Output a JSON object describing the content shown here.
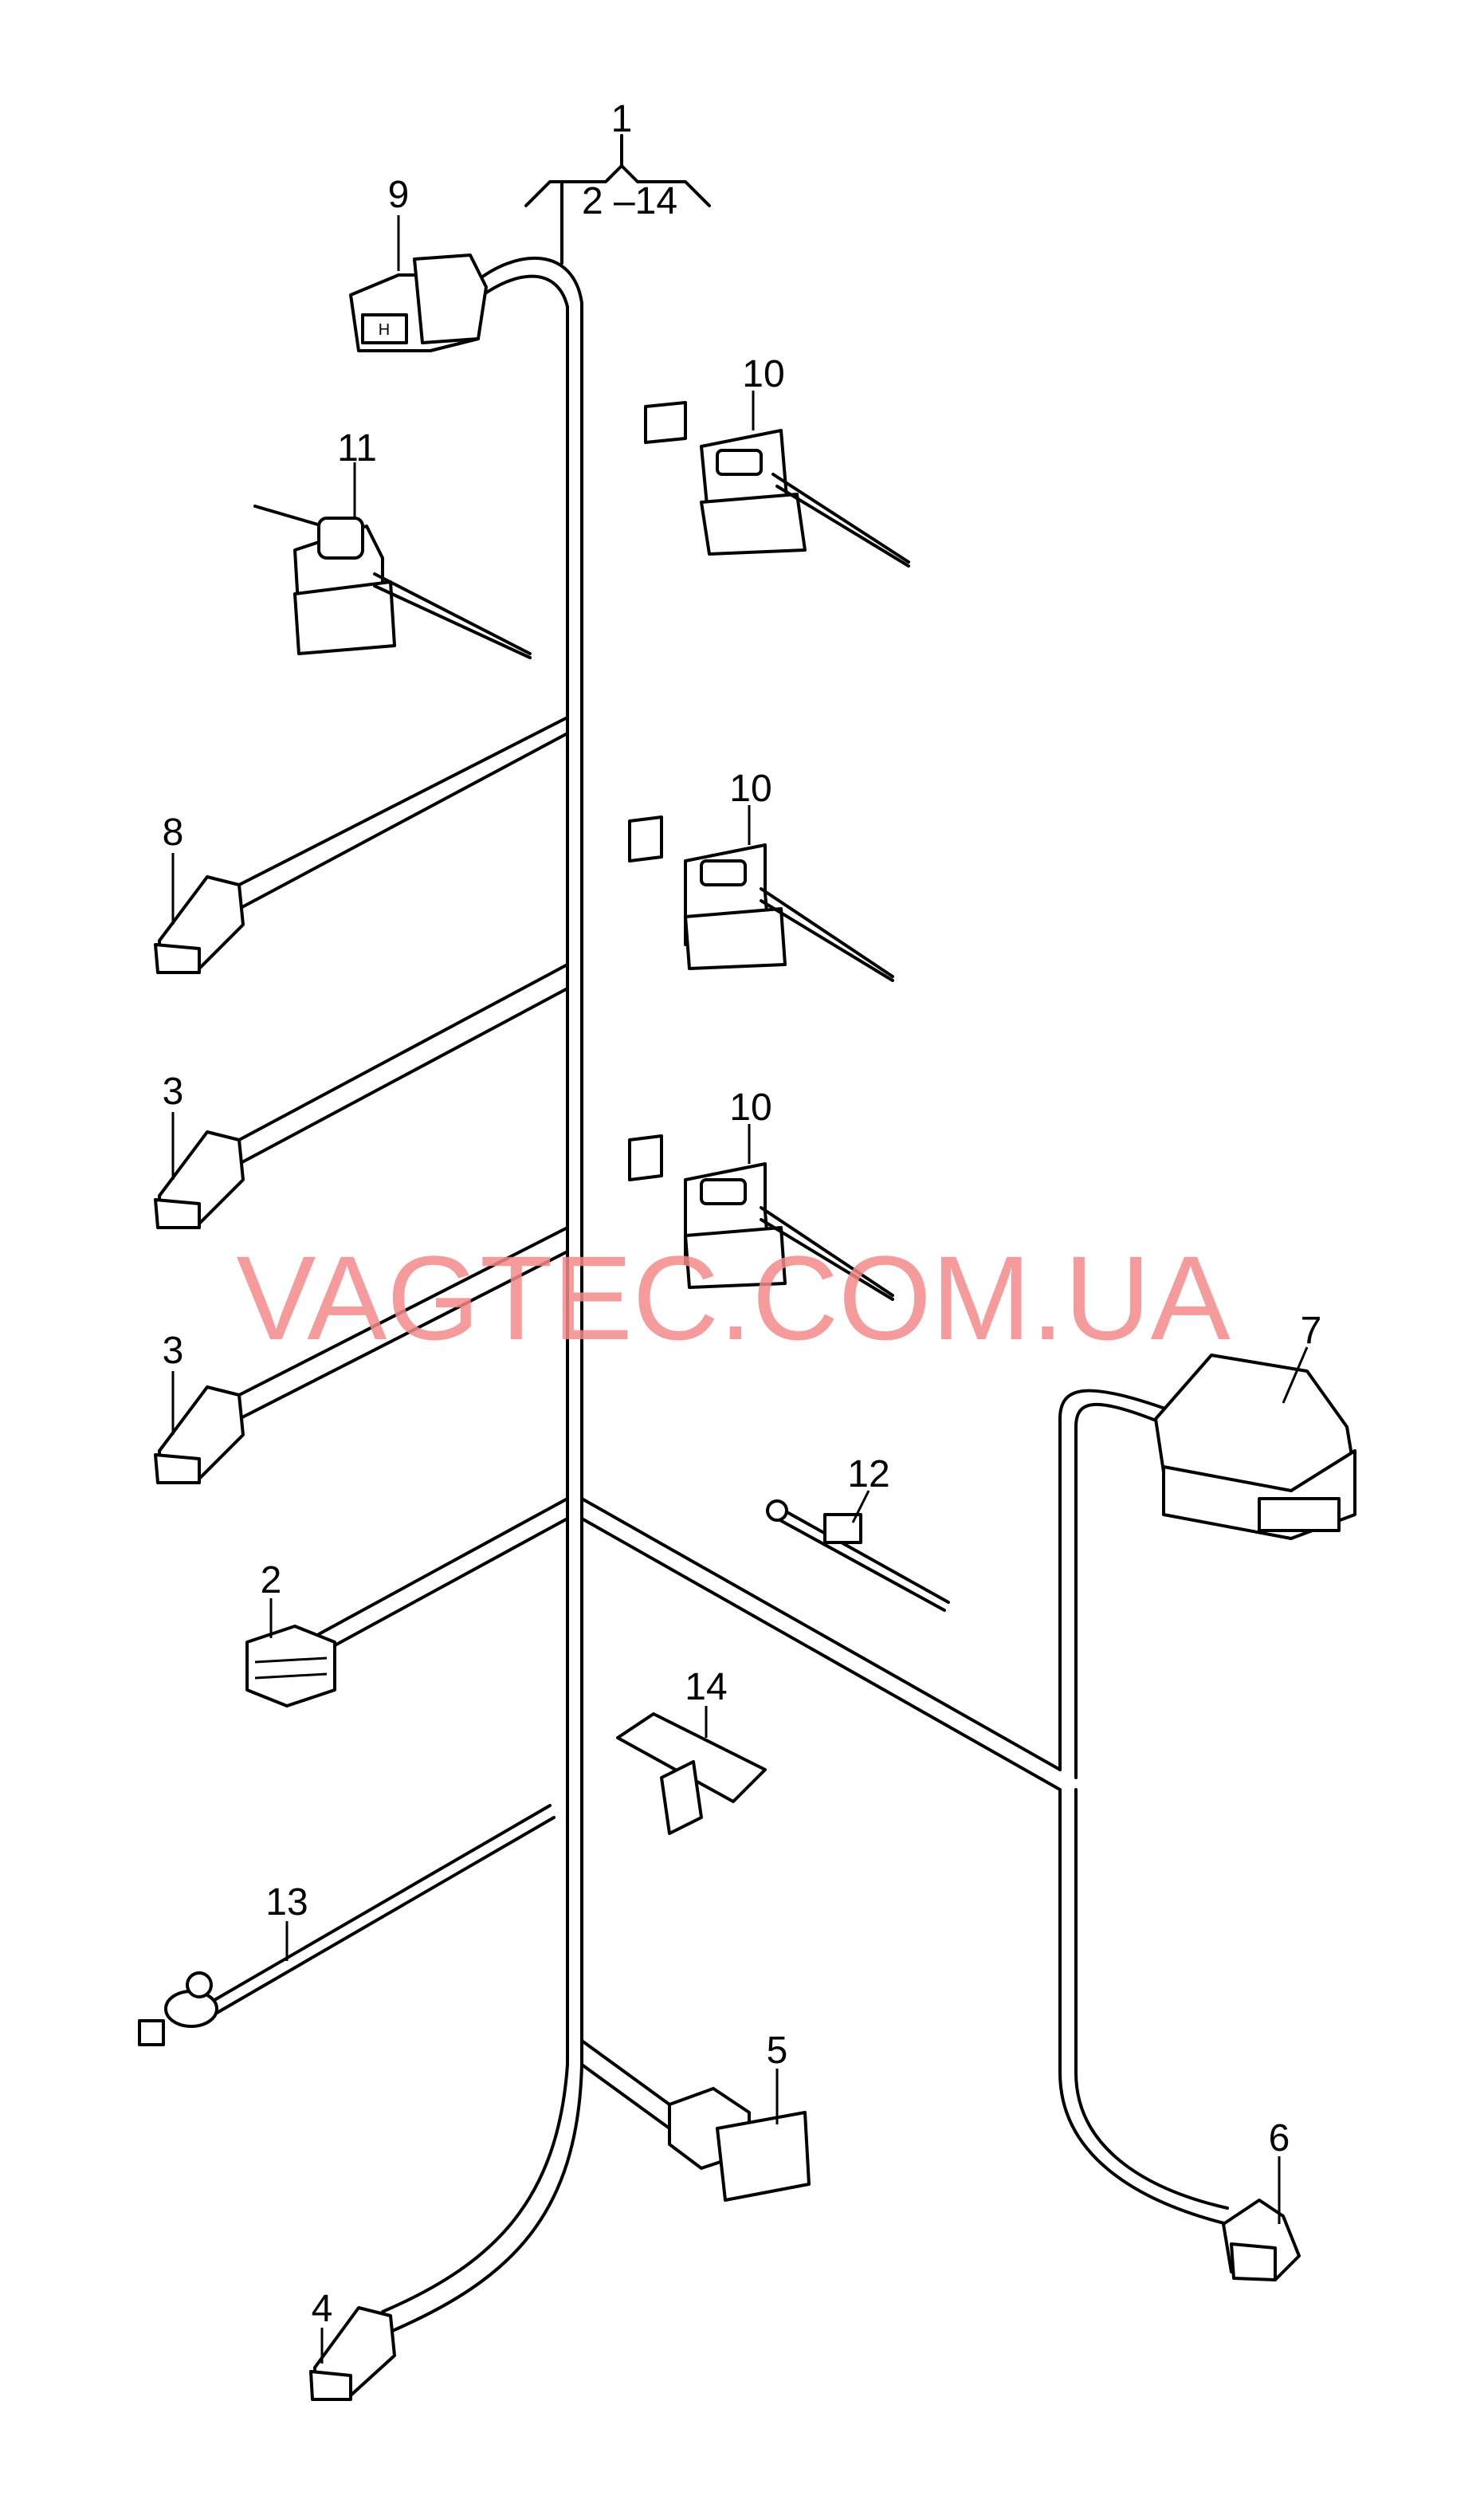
{
  "watermark": "VAGTEC.COM.UA",
  "header": {
    "main_label": "1",
    "range_label": "2 –14"
  },
  "labels": {
    "p9": "9",
    "p10a": "10",
    "p10b": "10",
    "p10c": "10",
    "p11": "11",
    "p8": "8",
    "p3a": "3",
    "p3b": "3",
    "p2": "2",
    "p13": "13",
    "p4": "4",
    "p5": "5",
    "p14": "14",
    "p12": "12",
    "p7": "7",
    "p6": "6"
  },
  "parts": [
    {
      "ref": "1",
      "icon": "wiring-harness"
    },
    {
      "ref": "2",
      "icon": "multi-pin-connector"
    },
    {
      "ref": "3",
      "icon": "plug-connector"
    },
    {
      "ref": "4",
      "icon": "plug-connector"
    },
    {
      "ref": "5",
      "icon": "flat-connector"
    },
    {
      "ref": "6",
      "icon": "plug-connector"
    },
    {
      "ref": "7",
      "icon": "large-connector-housing"
    },
    {
      "ref": "8",
      "icon": "plug-connector"
    },
    {
      "ref": "9",
      "icon": "socket-housing"
    },
    {
      "ref": "10",
      "icon": "cable-tie-holder"
    },
    {
      "ref": "11",
      "icon": "cable-tie-holder"
    },
    {
      "ref": "12",
      "icon": "cable-tie"
    },
    {
      "ref": "13",
      "icon": "cable-tie-with-clip"
    },
    {
      "ref": "14",
      "icon": "retaining-clip"
    }
  ]
}
